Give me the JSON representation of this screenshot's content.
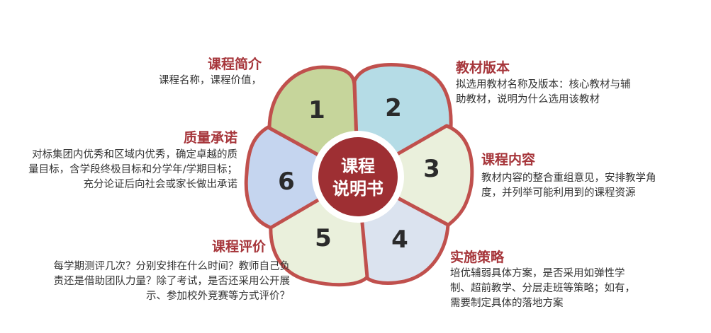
{
  "center": {
    "line1": "课程",
    "line2": "说明书"
  },
  "petals": [
    {
      "number": "1",
      "color": "#c6d59b",
      "title": "课程简介",
      "desc": "课程名称，课程价值，"
    },
    {
      "number": "2",
      "color": "#b5dce6",
      "title": "教材版本",
      "desc": "拟选用教材名称及版本：核心教材与辅助教材，说明为什么选用该教材"
    },
    {
      "number": "3",
      "color": "#eaf0dc",
      "title": "课程内容",
      "desc": "教材内容的整合重组意见，安排教学角度，并列举可能利用到的课程资源"
    },
    {
      "number": "4",
      "color": "#dbe3ef",
      "title": "实施策略",
      "desc": "培优辅弱具体方案，是否采用如弹性学制、超前教学、分层走班等策略；如有，需要制定具体的落地方案"
    },
    {
      "number": "5",
      "color": "#eaf0dc",
      "title": "课程评价",
      "desc": "每学期测评几次？分别安排在什么时间？教师自己负责还是借助团队力量？除了考试，是否还采用公开展示、参加校外竞赛等方式评价？"
    },
    {
      "number": "6",
      "color": "#c5d5ef",
      "title": "质量承诺",
      "desc": "对标集团内优秀和区域内优秀，确定卓越的质量目标，含学段终极目标和分学年/学期目标；充分论证后向社会或家长做出承诺"
    }
  ],
  "colors": {
    "outline": "#c0504d",
    "center_fill": "#9e2f33",
    "title": "#a6353a",
    "text": "#333333"
  }
}
